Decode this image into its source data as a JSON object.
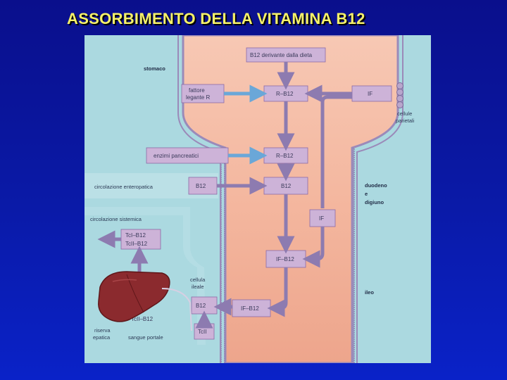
{
  "title": "ASSORBIMENTO DELLA VITAMINA B12",
  "diagram": {
    "boxes": {
      "b12_diet": "B12 derivante dalla dieta",
      "r_b12_top": "R–B12",
      "if_top": "IF",
      "r_b12_mid": "R–B12",
      "b12_mid": "B12",
      "b12_entero": "B12",
      "if_mid": "IF",
      "if_b12_lumen": "IF–B12",
      "if_b12_cell": "IF–B12",
      "b12_cell": "B12",
      "tcii_box": "TcII",
      "tc_complexes_1": "TcI–B12",
      "tc_complexes_2": "TcII–B12",
      "tcii_b12_portal": "TcII–B12",
      "fattore_1": "fattore",
      "fattore_2": "legante R",
      "enzimi": "enzimi pancreatici"
    },
    "labels": {
      "stomaco": "stomaco",
      "cellule_1": "cellule",
      "cellule_2": "parietali",
      "circ_entero": "circolazione enteropatica",
      "circ_sist": "circolazione sistemica",
      "duodeno_1": "duodeno",
      "duodeno_2": "e",
      "duodeno_3": "digiuno",
      "ileo": "ileo",
      "cellula_1": "cellula",
      "cellula_2": "ileale",
      "riserva_1": "riserva",
      "riserva_2": "epatica",
      "sangue_portale": "sangue portale"
    },
    "colors": {
      "background": "#abd9e0",
      "lumen": "#f2b09a",
      "box": "#cdb3d8",
      "box_border": "#8c6aa6",
      "arrow": "#8d7bb0",
      "blue_arrow": "#6aa7d8",
      "liver": "#8b2a2e"
    }
  }
}
